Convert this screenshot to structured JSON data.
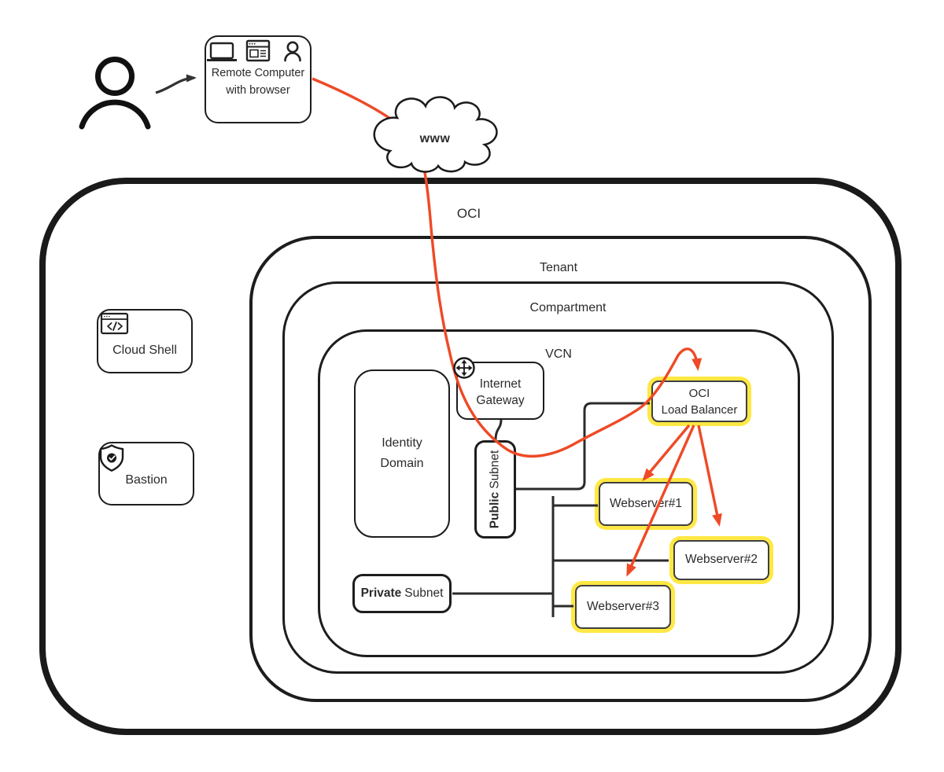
{
  "nodes": {
    "remote_computer": {
      "label": "Remote Computer with browser"
    },
    "www": {
      "label": "www"
    },
    "oci": {
      "label": "OCI"
    },
    "tenant": {
      "label": "Tenant"
    },
    "compartment": {
      "label": "Compartment"
    },
    "vcn": {
      "label": "VCN"
    },
    "cloud_shell": {
      "label": "Cloud Shell"
    },
    "bastion": {
      "label": "Bastion"
    },
    "identity_domain": {
      "label": "Identity Domain"
    },
    "internet_gateway": {
      "label": "Internet Gateway"
    },
    "public_subnet": {
      "bold": "Public",
      "rest": "Subnet"
    },
    "private_subnet": {
      "bold": "Private",
      "rest": "Subnet"
    },
    "load_balancer": {
      "line1": "OCI",
      "line2": "Load Balancer"
    },
    "webserver1": {
      "label": "Webserver#1"
    },
    "webserver2": {
      "label": "Webserver#2"
    },
    "webserver3": {
      "label": "Webserver#3"
    }
  },
  "colors": {
    "arrow_red": "#ee4a26",
    "highlight_yellow": "#ffe843",
    "line_black": "#212121"
  }
}
